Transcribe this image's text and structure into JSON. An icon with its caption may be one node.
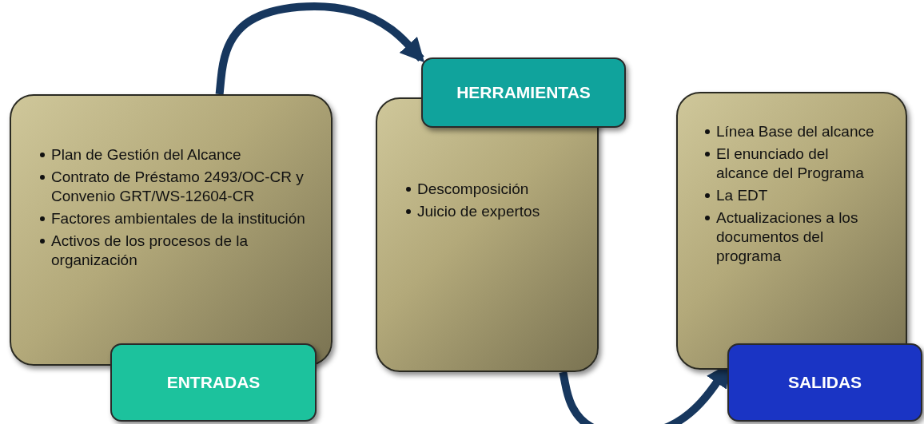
{
  "diagram": {
    "nodes": [
      {
        "text": [
          "Plan de Gestión del Alcance",
          "Contrato de Préstamo 2493/OC-CR y Convenio GRT/WS-12604-CR",
          "Factores ambientales de la institución",
          "Activos de los procesos de la organización"
        ]
      },
      {
        "text": [
          "ENTRADAS"
        ]
      },
      {
        "text": [
          "HERRAMIENTAS"
        ]
      },
      {
        "text": [
          "Descomposición",
          "Juicio de expertos"
        ]
      },
      {
        "text": [
          "Línea Base del alcance",
          "El enunciado del alcance del Programa",
          "La EDT",
          "Actualizaciones a los documentos del programa"
        ]
      },
      {
        "text": [
          "SALIDAS"
        ]
      }
    ],
    "edges": [
      {
        "from": 0,
        "to": 2,
        "arrow": "to"
      },
      {
        "from": 3,
        "to": 5,
        "arrow": "to"
      }
    ]
  }
}
